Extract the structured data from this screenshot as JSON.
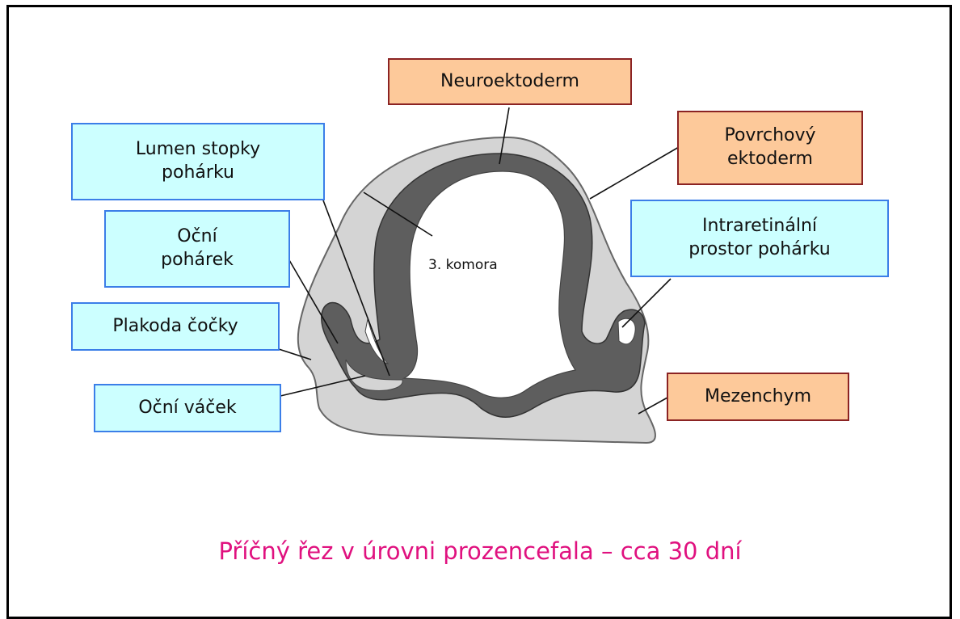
{
  "labels": {
    "neuroektoderm": "Neuroektoderm",
    "povrchovy_ektoderm": "Povrchový\nektoderm",
    "lumen_stopky": "Lumen stopky\npohárku",
    "ocni_poharek": "Oční\npohárek",
    "intraretinalni": "Intraretinální\nprostor pohárku",
    "plakoda": "Plakoda čočky",
    "ocni_vacek": "Oční váček",
    "mezenchym": "Mezenchym",
    "komora": "3. komora"
  },
  "caption": "Příčný řez v úrovni prozencefala – cca 30 dní",
  "colors": {
    "mesenchyme_fill": "#d4d4d4",
    "neuroectoderm_fill": "#5e5e5e",
    "blue_box": "#ccffff",
    "orange_box": "#fdc99a",
    "caption": "#e0117f"
  }
}
